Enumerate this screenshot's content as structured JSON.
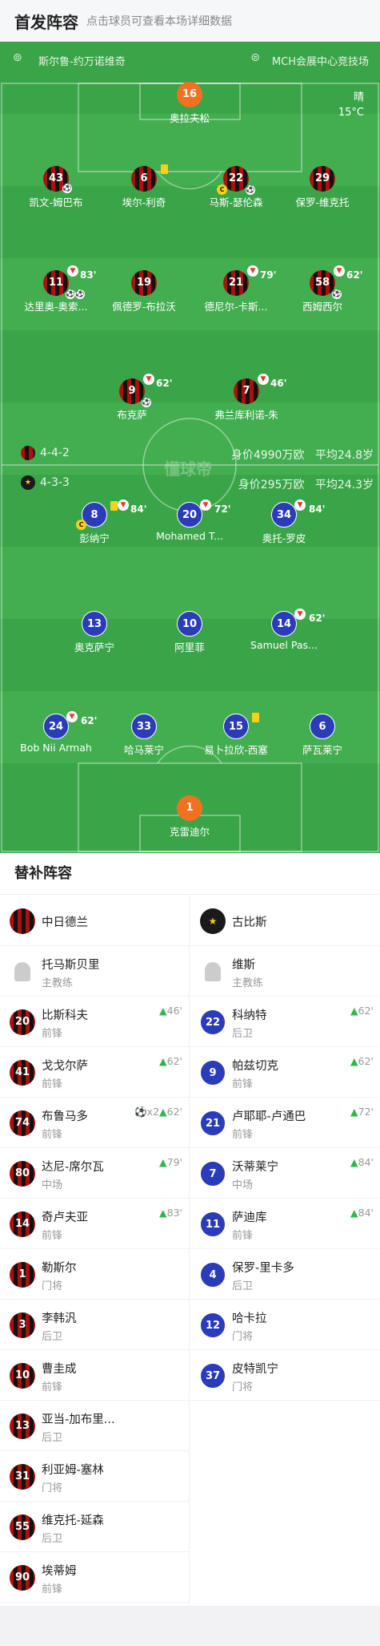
{
  "header": {
    "title": "首发阵容",
    "subtitle": "点击球员可查看本场详细数据"
  },
  "venue": {
    "left": "斯尔鲁-约万诺维奇",
    "right": "MCH会展中心竞技场",
    "left_icon": "whistle-icon",
    "right_icon": "stadium-icon"
  },
  "weather": {
    "condition": "晴",
    "temp": "15°C"
  },
  "watermark": "懂球帝",
  "formation_home": {
    "shape": "4-4-2",
    "value": "身价4990万欧",
    "age": "平均24.8岁"
  },
  "formation_away": {
    "shape": "4-3-3",
    "value": "身价295万欧",
    "age": "平均24.3岁"
  },
  "home_players": [
    {
      "num": "16",
      "name": "奥拉夫松"
    },
    {
      "num": "43",
      "name": "凯文-姆巴布"
    },
    {
      "num": "6",
      "name": "埃尔-利奇"
    },
    {
      "num": "22",
      "name": "马斯-瑟伦森"
    },
    {
      "num": "29",
      "name": "保罗-维克托"
    },
    {
      "num": "11",
      "name": "达里奥-奥索...",
      "sub": "83'"
    },
    {
      "num": "19",
      "name": "佩德罗-布拉沃"
    },
    {
      "num": "21",
      "name": "德尼尔-卡斯...",
      "sub": "79'"
    },
    {
      "num": "58",
      "name": "西姆西尔",
      "sub": "62'"
    },
    {
      "num": "9",
      "name": "布克萨",
      "sub": "62'"
    },
    {
      "num": "7",
      "name": "弗兰库利诺-朱",
      "sub": "46'"
    }
  ],
  "away_players": [
    {
      "num": "8",
      "name": "彭纳宁",
      "sub": "84'"
    },
    {
      "num": "20",
      "name": "Mohamed T...",
      "sub": "72'"
    },
    {
      "num": "34",
      "name": "奥托-罗皮",
      "sub": "84'"
    },
    {
      "num": "13",
      "name": "奥克萨宁"
    },
    {
      "num": "10",
      "name": "阿里菲"
    },
    {
      "num": "14",
      "name": "Samuel Pas...",
      "sub": "62'"
    },
    {
      "num": "24",
      "name": "Bob Nii Armah",
      "sub": "62'"
    },
    {
      "num": "33",
      "name": "哈马莱宁"
    },
    {
      "num": "15",
      "name": "易卜拉欣-西塞"
    },
    {
      "num": "6",
      "name": "萨瓦莱宁"
    },
    {
      "num": "1",
      "name": "克雷迪尔"
    }
  ],
  "subs": {
    "title": "替补阵容",
    "home_team": "中日德兰",
    "away_team": "古比斯",
    "home_coach": {
      "name": "托马斯贝里",
      "role": "主教练"
    },
    "away_coach": {
      "name": "维斯",
      "role": "主教练"
    },
    "home": [
      {
        "num": "20",
        "name": "比斯科夫",
        "pos": "前锋",
        "min": "46'"
      },
      {
        "num": "41",
        "name": "戈戈尔萨",
        "pos": "前锋",
        "min": "62'"
      },
      {
        "num": "74",
        "name": "布鲁马多",
        "pos": "前锋",
        "min": "62'",
        "goals": "x2"
      },
      {
        "num": "80",
        "name": "达尼-席尔瓦",
        "pos": "中场",
        "min": "79'"
      },
      {
        "num": "14",
        "name": "奇卢夫亚",
        "pos": "前锋",
        "min": "83'"
      },
      {
        "num": "1",
        "name": "勒斯尔",
        "pos": "门将"
      },
      {
        "num": "3",
        "name": "李韩汎",
        "pos": "后卫"
      },
      {
        "num": "10",
        "name": "曹圭成",
        "pos": "前锋"
      },
      {
        "num": "13",
        "name": "亚当-加布里...",
        "pos": "后卫"
      },
      {
        "num": "31",
        "name": "利亚姆-塞林",
        "pos": "门将"
      },
      {
        "num": "55",
        "name": "维克托-延森",
        "pos": "后卫"
      },
      {
        "num": "90",
        "name": "埃蒂姆",
        "pos": "前锋"
      }
    ],
    "away": [
      {
        "num": "22",
        "name": "科纳特",
        "pos": "后卫",
        "min": "62'"
      },
      {
        "num": "9",
        "name": "帕兹切克",
        "pos": "前锋",
        "min": "62'"
      },
      {
        "num": "21",
        "name": "卢耶耶-卢通巴",
        "pos": "前锋",
        "min": "72'"
      },
      {
        "num": "7",
        "name": "沃蒂莱宁",
        "pos": "中场",
        "min": "84'"
      },
      {
        "num": "11",
        "name": "萨迪库",
        "pos": "前锋",
        "min": "84'"
      },
      {
        "num": "4",
        "name": "保罗-里卡多",
        "pos": "后卫"
      },
      {
        "num": "12",
        "name": "哈卡拉",
        "pos": "门将"
      },
      {
        "num": "37",
        "name": "皮特凯宁",
        "pos": "门将"
      }
    ]
  }
}
